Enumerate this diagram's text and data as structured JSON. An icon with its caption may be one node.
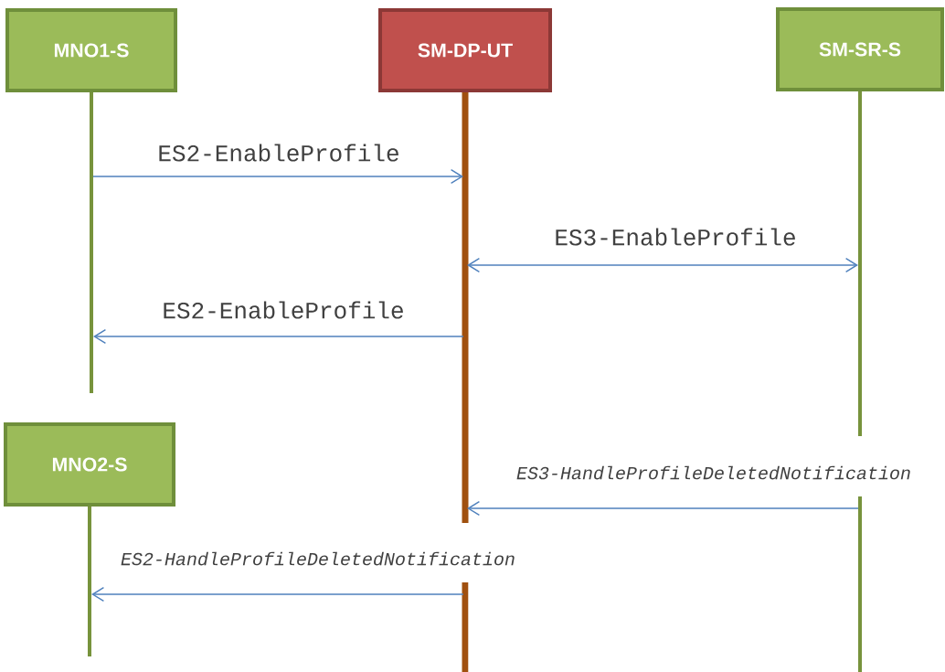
{
  "diagram": {
    "nodes": [
      {
        "text": [
          "MNO1-S"
        ]
      },
      {
        "text": [
          "SM-DP-UT"
        ]
      },
      {
        "text": [
          "SM-SR-S"
        ]
      },
      {
        "text": [
          "MNO2-S"
        ]
      }
    ],
    "edges": [
      {
        "from": 0,
        "to": 1,
        "arrow": "to",
        "label": "ES2-EnableProfile"
      },
      {
        "from": 1,
        "to": 2,
        "arrow": "both",
        "label": "ES3-EnableProfile"
      },
      {
        "from": 1,
        "to": 0,
        "arrow": "to",
        "label": "ES2-EnableProfile"
      },
      {
        "from": 2,
        "to": 1,
        "arrow": "to",
        "label": "ES3-HandleProfileDeletedNotification"
      },
      {
        "from": 1,
        "to": 3,
        "arrow": "to",
        "label": "ES2-HandleProfileDeletedNotification"
      }
    ]
  }
}
